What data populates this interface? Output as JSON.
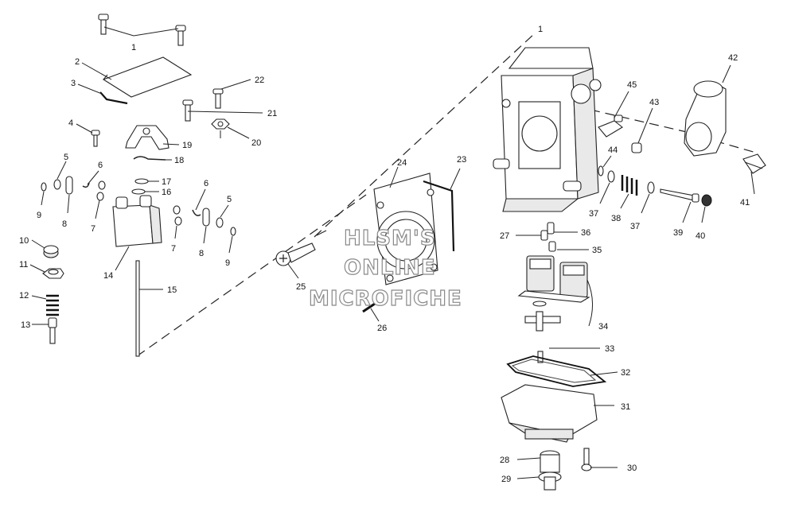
{
  "watermark": {
    "line1": "HLSM'S",
    "line2": "ONLINE",
    "line3": "MICROFICHE"
  },
  "callouts": {
    "c1": "1",
    "c2": "2",
    "c3": "3",
    "c4": "4",
    "c5a": "5",
    "c5b": "5",
    "c6a": "6",
    "c6b": "6",
    "c7a": "7",
    "c7b": "7",
    "c8a": "8",
    "c8b": "8",
    "c9a": "9",
    "c9b": "9",
    "c10": "10",
    "c11": "11",
    "c12": "12",
    "c13": "13",
    "c14": "14",
    "c15": "15",
    "c16": "16",
    "c17": "17",
    "c18": "18",
    "c19": "19",
    "c20": "20",
    "c21": "21",
    "c22": "22",
    "c23": "23",
    "c24": "24",
    "c25": "25",
    "c26": "26",
    "c27": "27",
    "c28": "28",
    "c29": "29",
    "c30": "30",
    "c31": "31",
    "c32": "32",
    "c33": "33",
    "c34": "34",
    "c35": "35",
    "c36": "36",
    "c37a": "37",
    "c37b": "37",
    "c38": "38",
    "c39": "39",
    "c40": "40",
    "c41": "41",
    "c42": "42",
    "c43": "43",
    "c44": "44",
    "c45": "45"
  }
}
